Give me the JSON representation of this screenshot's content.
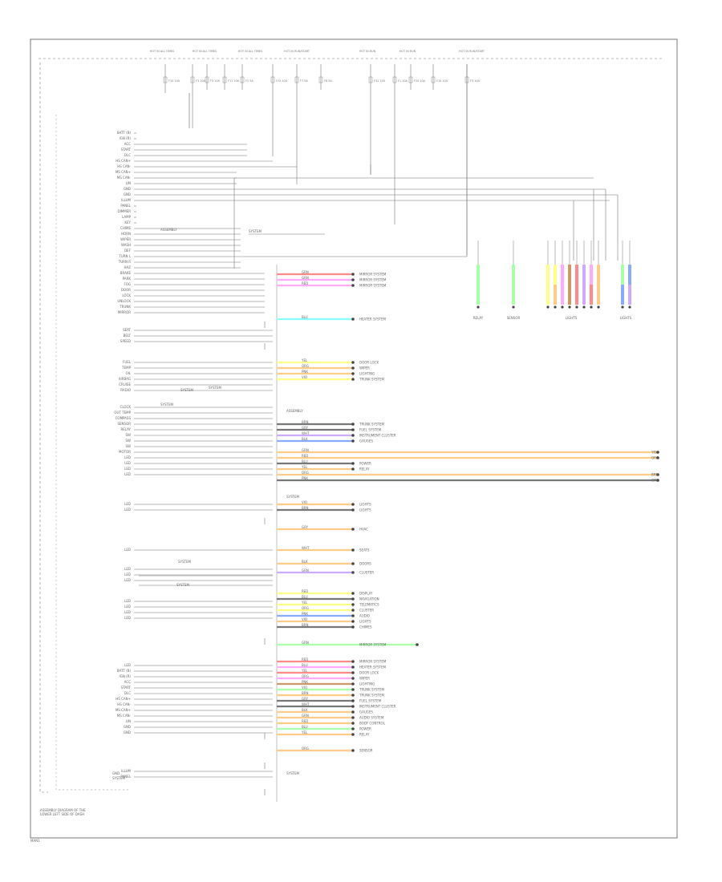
{
  "header_labels": [
    "HOT IN ALL TIMES",
    "HOT IN ALL TIMES",
    "HOT IN ALL TIMES",
    "HOT IN RUN/START",
    "HOT IN RUN",
    "HOT IN RUN",
    "HOT IN RUN/START"
  ],
  "fuse_labels": [
    "F10 10A",
    "F3 10A",
    "F5 10A",
    "F11 10A",
    "F2 5A",
    "F22 10A",
    "F7 5A",
    "F8 5A",
    "F31 15A",
    "F1 10A",
    "F20 10A"
  ],
  "left_pin_labels": [
    "BATT (B)",
    "IGN (R)",
    "ACC",
    "START",
    "DLC",
    "HS CAN+",
    "HS CAN-",
    "MS CAN+",
    "MS CAN-",
    "LIN",
    "GND",
    "GND",
    "ILLUM",
    "PANEL",
    "DIMMER",
    "LAMP",
    "KEY",
    "CHIME",
    "HORN",
    "WIPER",
    "WASH",
    "DEF",
    "TURN L",
    "TURN R",
    "HAZ",
    "BRAKE",
    "PARK",
    "FOG",
    "DOOR",
    "LOCK",
    "UNLOCK",
    "TRUNK",
    "MIRROR",
    "SEAT",
    "BELT",
    "SPEED",
    "FUEL",
    "TEMP",
    "OIL",
    "AIRBAG",
    "CRUISE",
    "RADIO",
    "CLOCK",
    "OUT TEMP",
    "COMPASS",
    "SENSOR",
    "RELAY",
    "SW",
    "SW",
    "SW",
    "MOTOR",
    "LED",
    "LED",
    "LED",
    "LED",
    "LED",
    "LED",
    "LED",
    "LED",
    "LED",
    "LED",
    "LED",
    "LED",
    "LED",
    "LED",
    "LED"
  ],
  "wire_labels": [
    "GRN",
    "RED",
    "BLU",
    "YEL",
    "ORG",
    "PNK",
    "VIO",
    "BRN",
    "GRY",
    "WHT",
    "BLK"
  ],
  "right_system_labels": [
    "MIRROR SYSTEM",
    "MIRROR SYSTEM",
    "HEATER SYSTEM",
    "DOOR LOCK",
    "WIPER",
    "LIGHTING",
    "TRUNK SYSTEM",
    "TRUNK SYSTEM",
    "FUEL SYSTEM",
    "INSTRUMENT CLUSTER",
    "GAUGES",
    "AUDIO SYSTEM",
    "BODY CONTROL",
    "POWER",
    "RELAY",
    "SENSOR",
    "LIGHTS",
    "LIGHTS",
    "LIGHTS",
    "HVAC",
    "SEATS",
    "DOORS",
    "CLUSTER",
    "DISPLAY",
    "NAVIGATION",
    "TELEMATICS",
    "CLUSTER",
    "AUDIO",
    "LIGHTS",
    "CHIMES"
  ],
  "center_notes": [
    "ASSEMBLY",
    "SYSTEM",
    "SYSTEM",
    "SYSTEM"
  ],
  "bottom_labels": [
    "GND",
    "SYSTEM"
  ],
  "caption_lines": [
    "ASSEMBLY DIAGRAM OF THE",
    "LOWER LEFT SIDE OF DASH"
  ],
  "figure_id": "MAN1",
  "colors": {
    "border": "#555555",
    "wire": "#777777",
    "red": "#ff8888",
    "pink": "#ffaaff",
    "blue": "#88aaff",
    "green": "#aaffaa",
    "yellow": "#ffff88",
    "orange": "#ffcc88",
    "brown": "#cc9966",
    "cyan": "#88ffff",
    "violet": "#ccaaff"
  }
}
